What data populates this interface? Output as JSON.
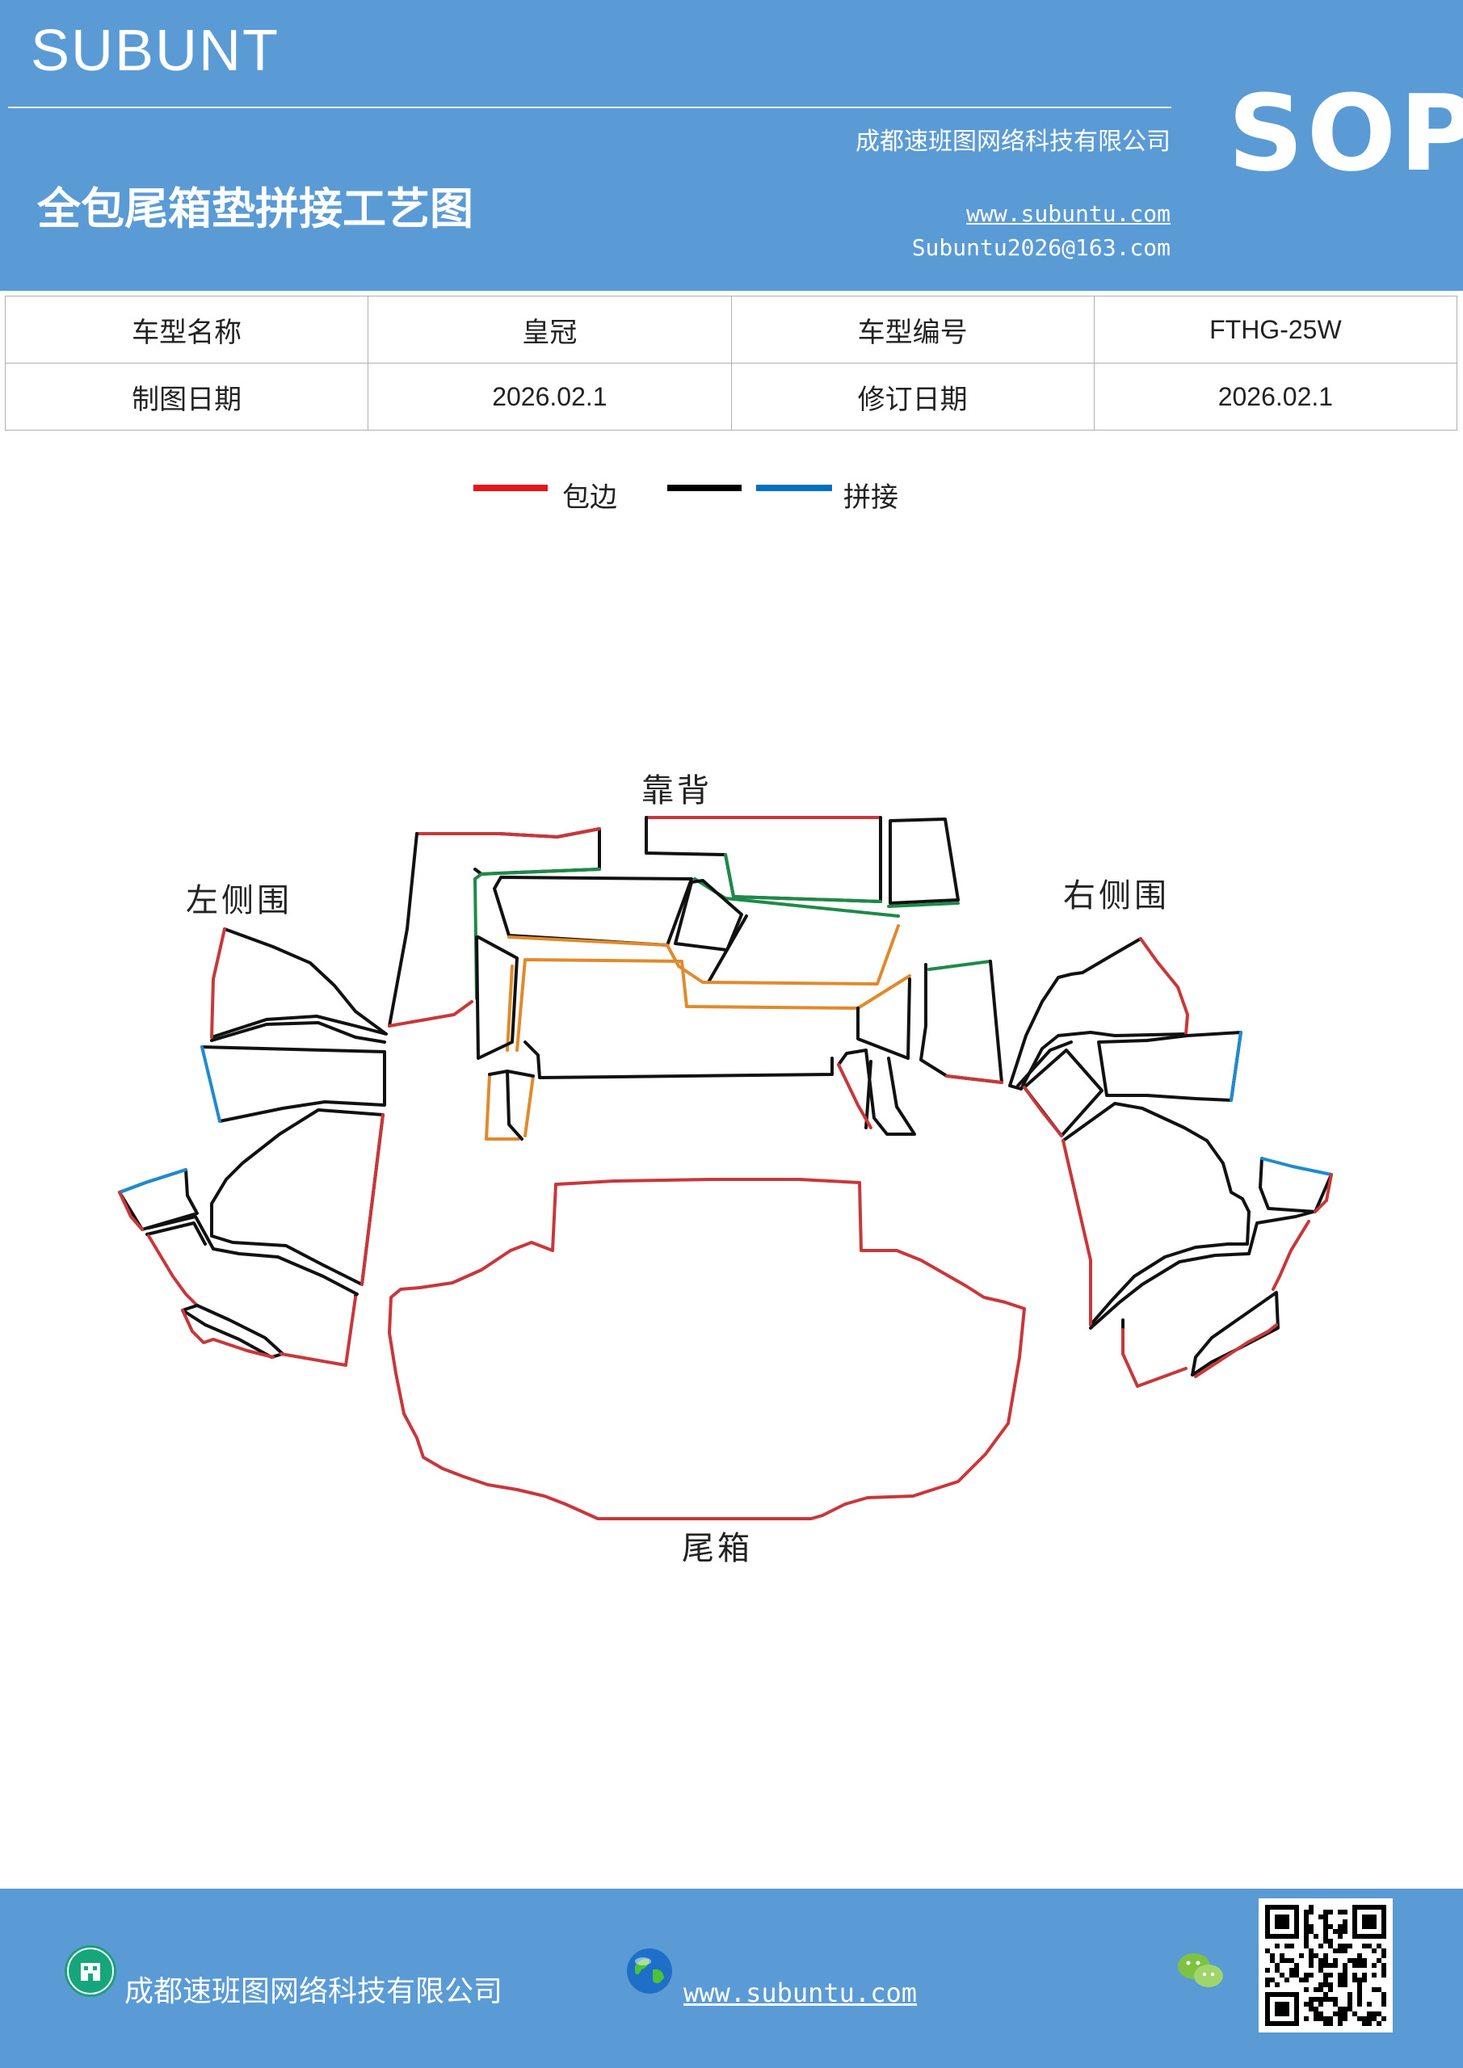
{
  "header": {
    "brand": "SUBUNT",
    "company": "成都速班图网络科技有限公司",
    "badge": "SOP",
    "title": "全包尾箱垫拼接工艺图",
    "website": "www.subuntu.com",
    "email": "Subuntu2026@163.com"
  },
  "info_table": {
    "rows": [
      {
        "label1": "车型名称",
        "value1": "皇冠",
        "label2": "车型编号",
        "value2": "FTHG-25W"
      },
      {
        "label1": "制图日期",
        "value1": "2026.02.1",
        "label2": "修订日期",
        "value2": "2026.02.1"
      }
    ]
  },
  "legend": {
    "items": [
      {
        "label": "包边",
        "color": "#e8141c"
      },
      {
        "label": "",
        "color": "#000000"
      },
      {
        "label": "拼接",
        "color": "#0070c0"
      }
    ]
  },
  "diagram": {
    "labels": {
      "backrest": "靠背",
      "left_side": "左侧围",
      "right_side": "右侧围",
      "trunk": "尾箱"
    },
    "colors": {
      "edge": "#c8373a",
      "black": "#111111",
      "splice": "#1f8ad0",
      "green": "#1e8a4a",
      "orange": "#e08a2c"
    }
  },
  "footer": {
    "company": "成都速班图网络科技有限公司",
    "website": "www.subuntu.com",
    "building_icon": "building-icon",
    "globe_icon": "globe-icon",
    "wechat_icon": "wechat-icon",
    "qr_icon": "qr-code-icon"
  }
}
